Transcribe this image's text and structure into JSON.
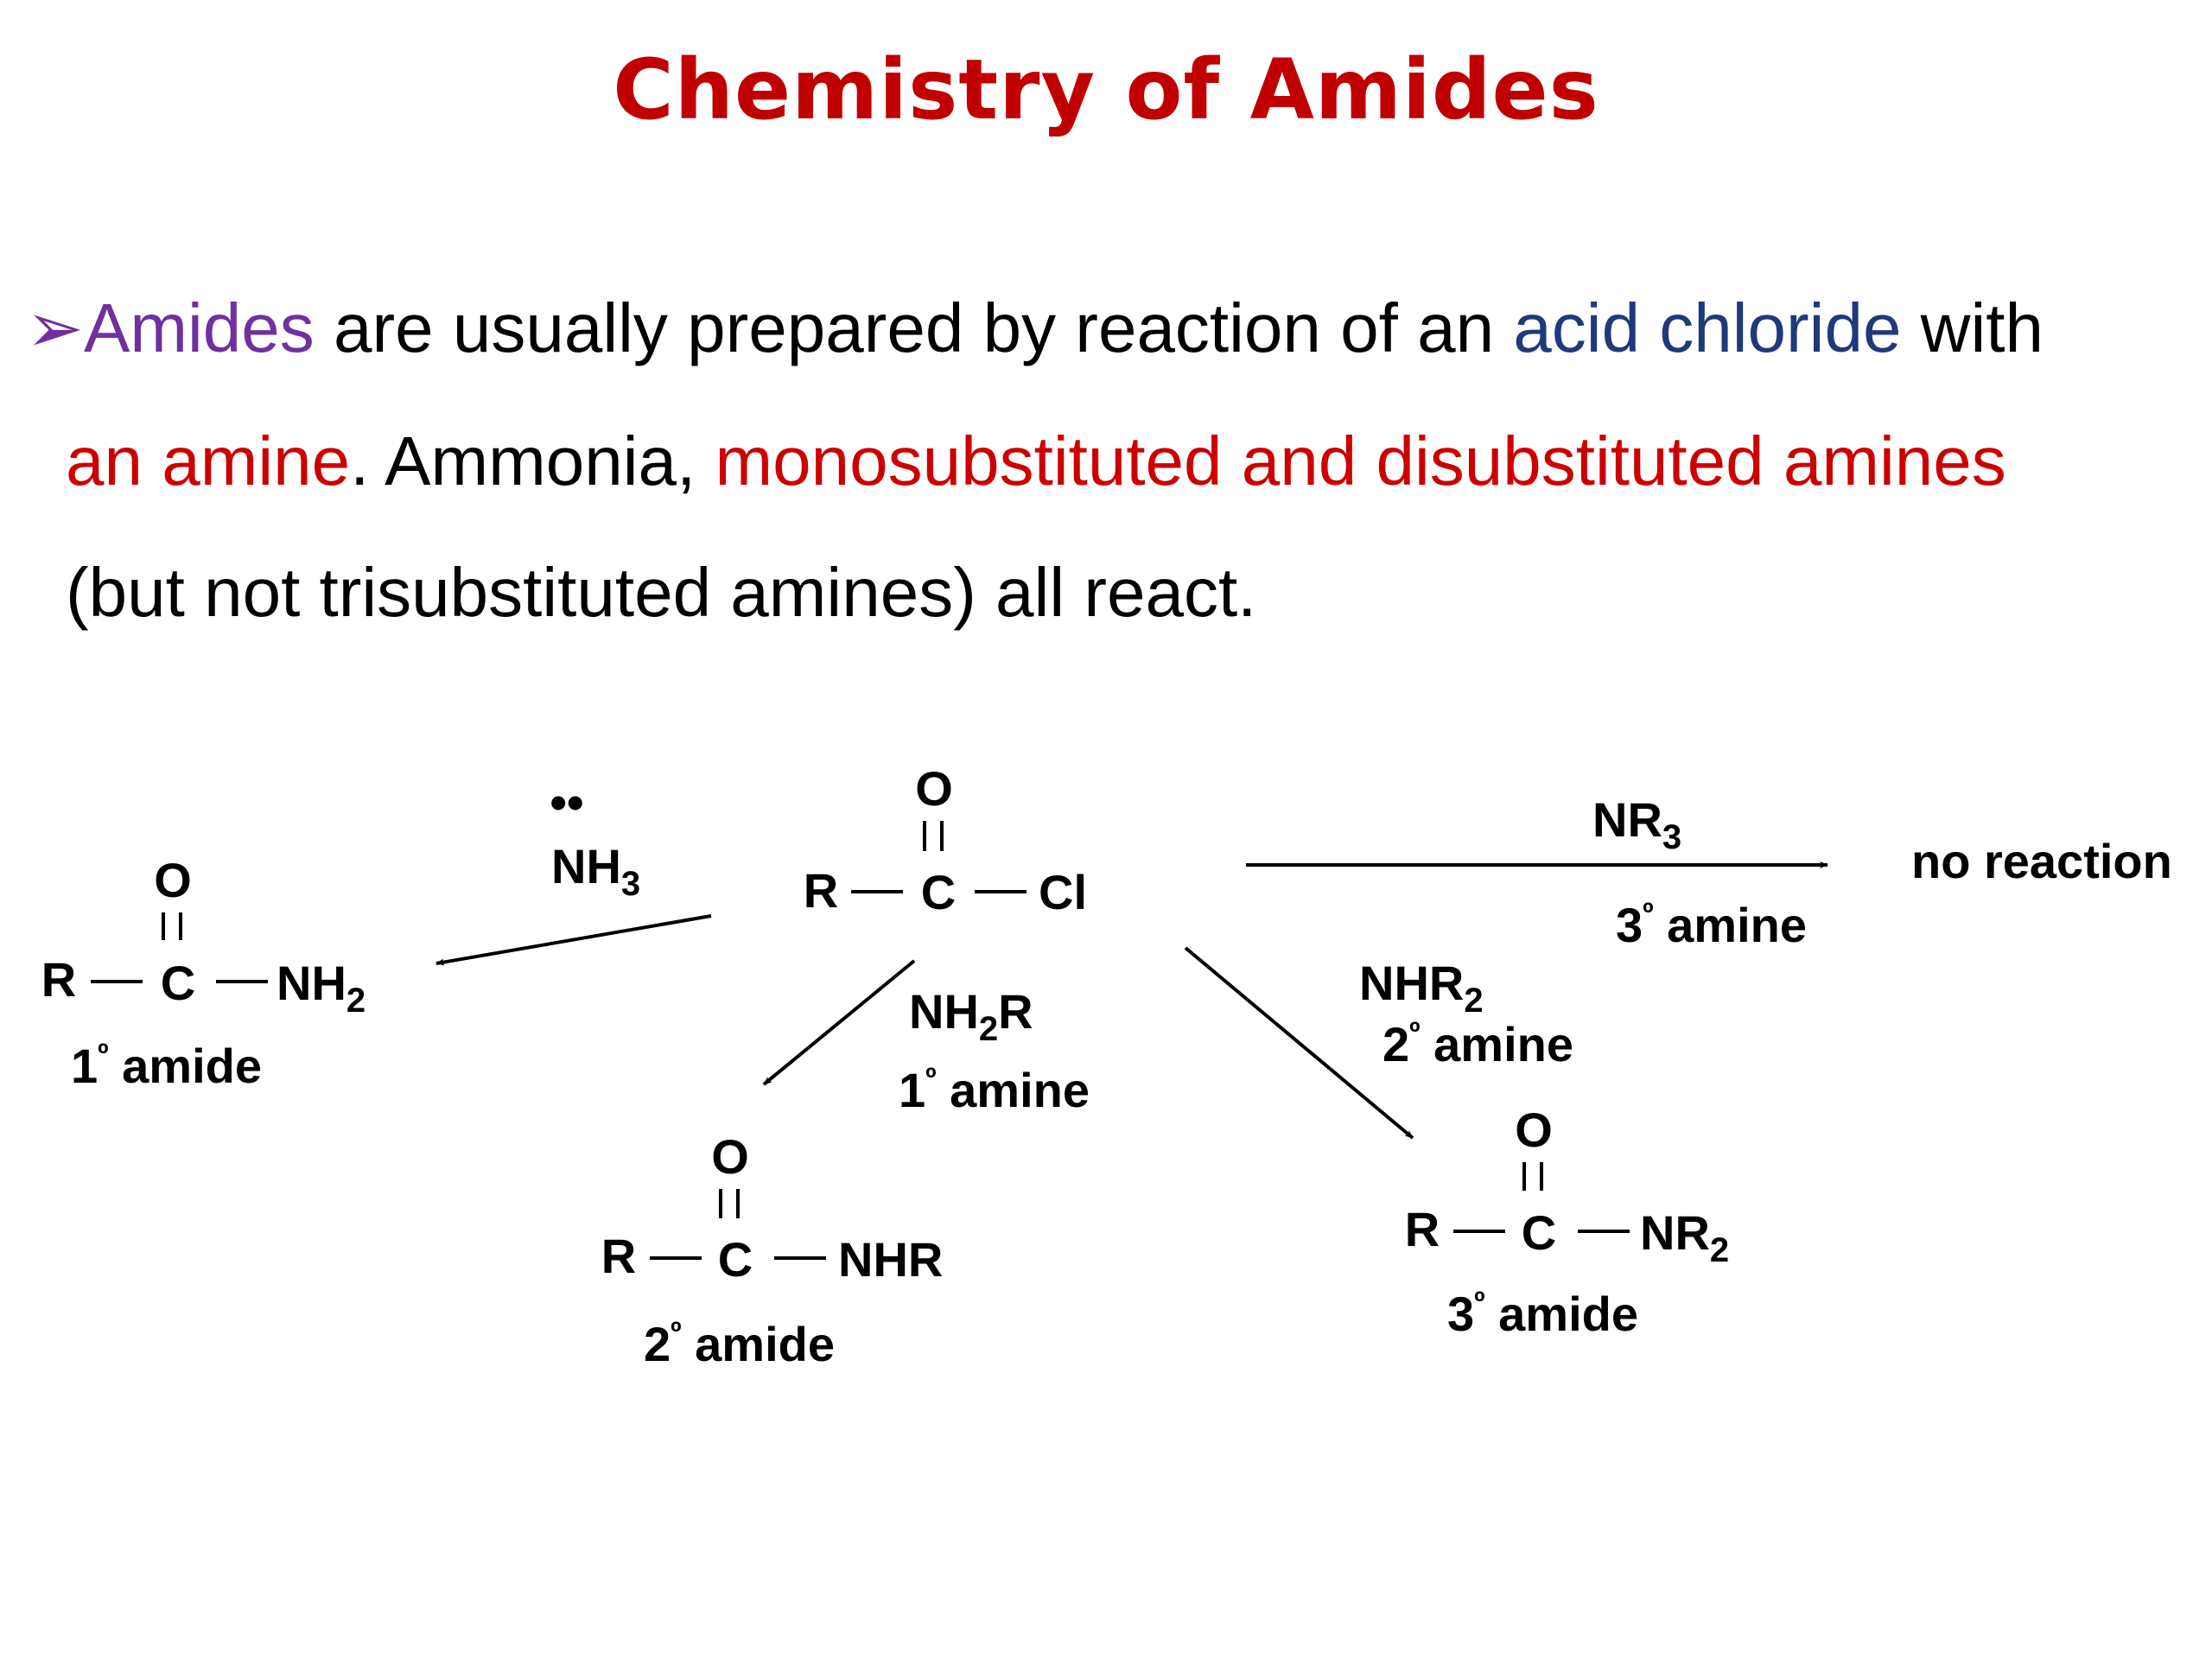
{
  "title": "Chemistry of Amides",
  "bullet_glyph": "➢",
  "paragraph": {
    "line1": {
      "amides": "Amides",
      "text1": " are usually prepared by reaction of an ",
      "acid_chloride": "acid chloride",
      "text2": " with"
    },
    "line2": {
      "an_amine": "an amine",
      "text1": ".  Ammonia, ",
      "substituted": "monosubstituted and disubstituted amines"
    },
    "line3": {
      "text": "(but not trisubstituted amines) all react."
    }
  },
  "scheme": {
    "acid_chloride": {
      "O": "O",
      "R": "R",
      "C": "C",
      "Cl": "Cl"
    },
    "ammonia": {
      "lone_pair": "••",
      "formula_main": "NH",
      "formula_sub": "3"
    },
    "primary_amide": {
      "O": "O",
      "R": "R",
      "C": "C",
      "NH": "NH",
      "NH_sub": "2",
      "label_num": "1",
      "label_ord": "º",
      "label_text": " amide"
    },
    "primary_amine": {
      "formula_a": "NH",
      "formula_sub": "2",
      "formula_b": "R",
      "label_num": "1",
      "label_ord": "º",
      "label_text": " amine"
    },
    "secondary_amide": {
      "O": "O",
      "R": "R",
      "C": "C",
      "group": "NHR",
      "label_num": "2",
      "label_ord": "º",
      "label_text": " amide"
    },
    "secondary_amine": {
      "formula_main": "NHR",
      "formula_sub": "2",
      "label_num": "2",
      "label_ord": "º",
      "label_text": " amine"
    },
    "tertiary_amide": {
      "O": "O",
      "R": "R",
      "C": "C",
      "NR": "NR",
      "NR_sub": "2",
      "label_num": "3",
      "label_ord": "º",
      "label_text": " amide"
    },
    "tertiary_amine": {
      "formula_main": "NR",
      "formula_sub": "3",
      "label_num": "3",
      "label_ord": "º",
      "label_text": " amine"
    },
    "no_reaction": "no reaction"
  }
}
